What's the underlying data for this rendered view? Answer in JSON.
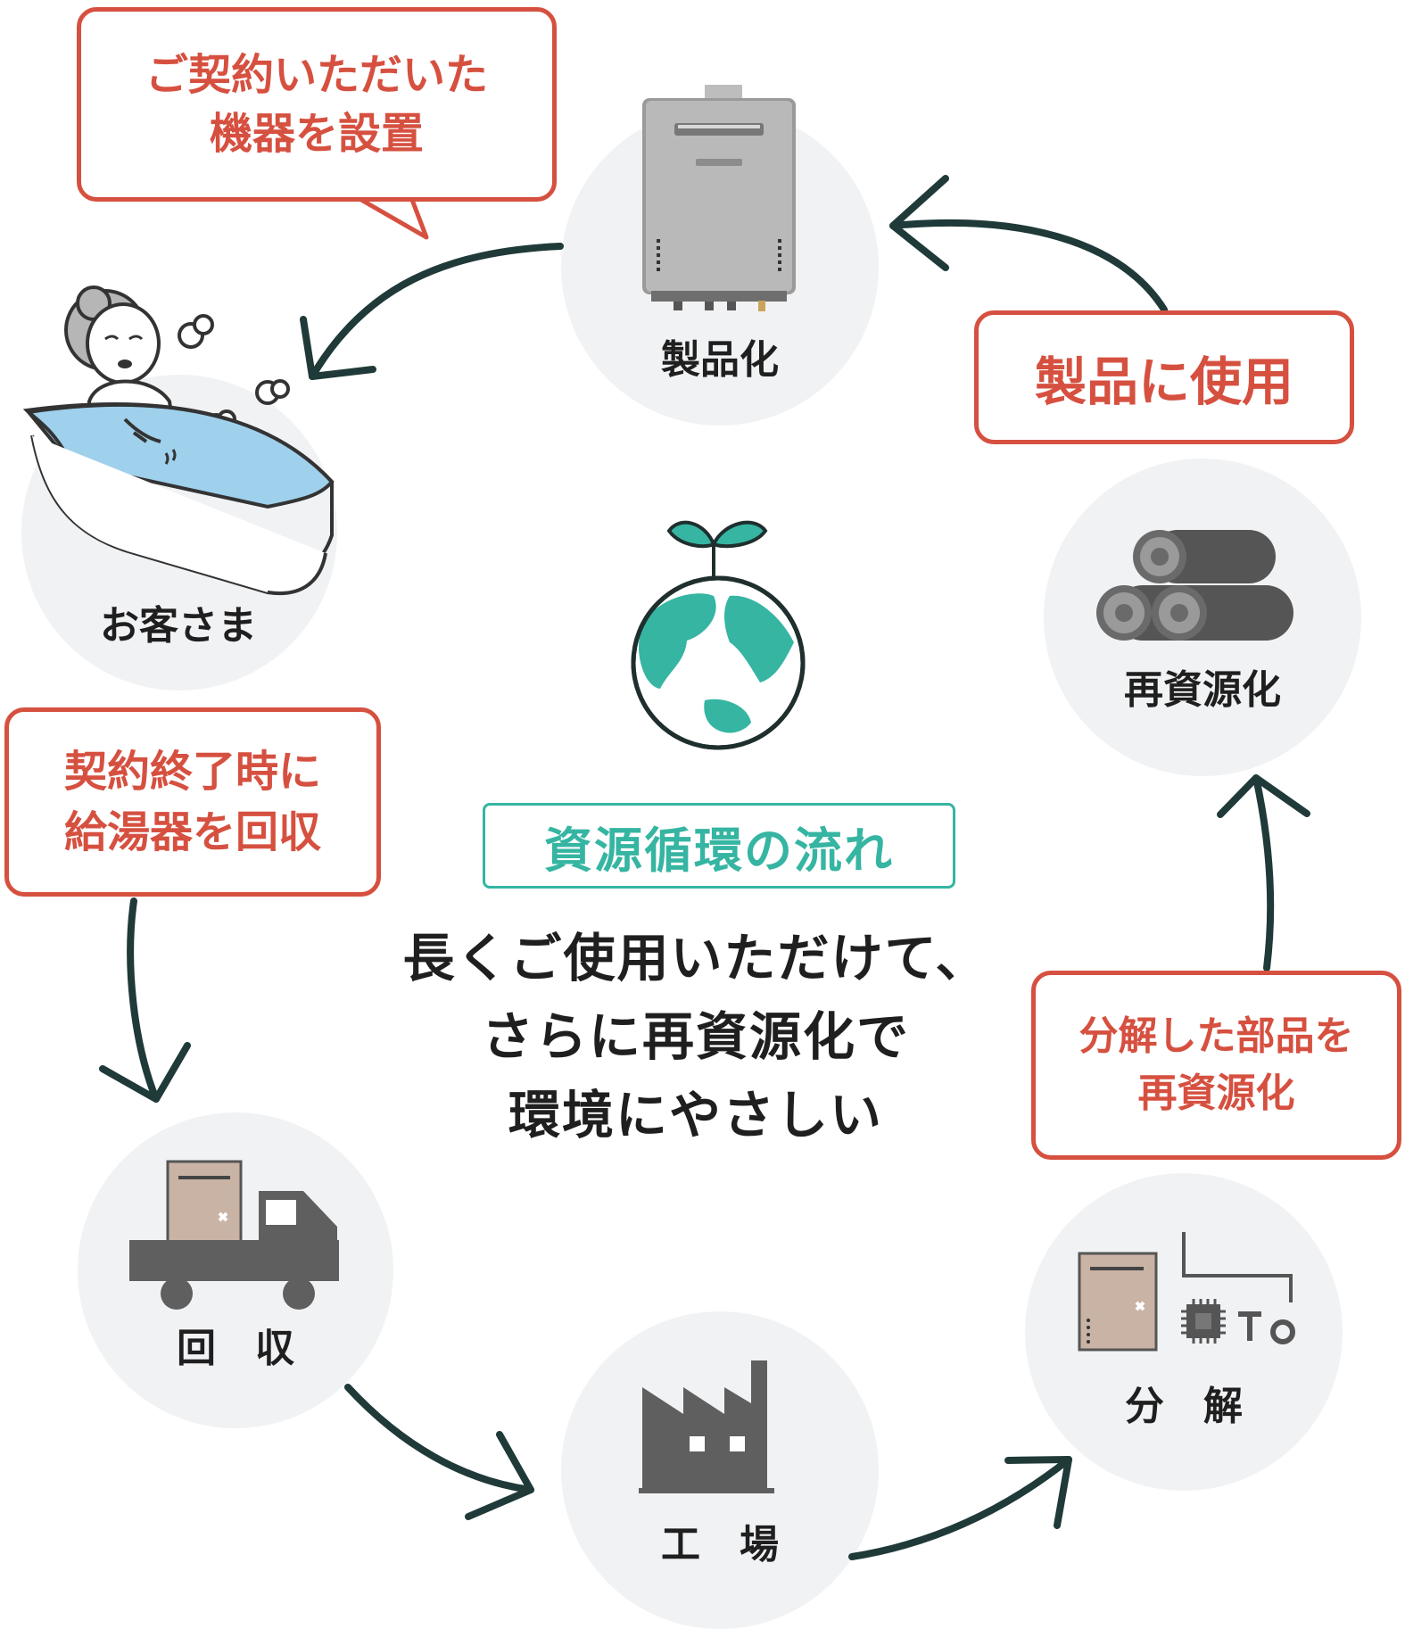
{
  "nodes": {
    "product": "製品化",
    "customer": "お客さま",
    "recycle": "再資源化",
    "collect": "回　収",
    "factory": "工　場",
    "disassemble": "分　解"
  },
  "callouts": {
    "install": "ご契約いただいた\n機器を設置",
    "use_in_product": "製品に使用",
    "collect_on_end": "契約終了時に\n給湯器を回収",
    "parts_recycle": "分解した部品を\n再資源化"
  },
  "center": {
    "title": "資源循環の流れ",
    "message": "長くご使用いただけて、\nさらに再資源化で\n環境にやさしい"
  },
  "colors": {
    "accent_red": "#d65040",
    "accent_teal": "#35b5a2",
    "arrow": "#1f3a38",
    "node_bg": "#f1f2f4",
    "icon_gray": "#5f5f5f"
  }
}
